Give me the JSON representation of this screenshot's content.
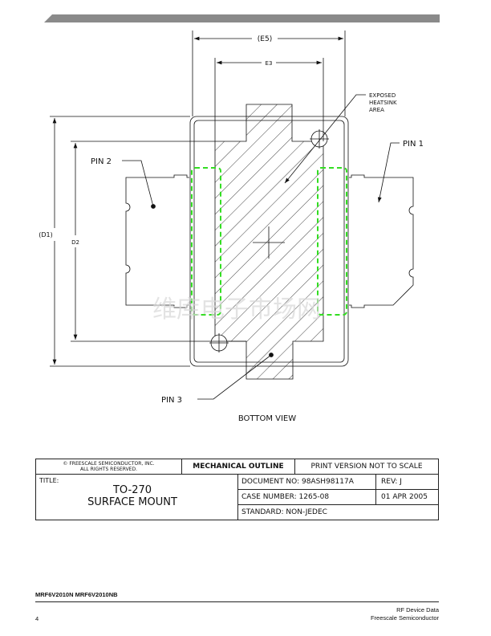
{
  "drawing": {
    "dim_e5": "(E5)",
    "dim_e3": "E3",
    "dim_d1": "(D1)",
    "dim_d2": "D2",
    "exposed_label": [
      "EXPOSED",
      "HEATSINK",
      "AREA"
    ],
    "pin1": "PIN 1",
    "pin2": "PIN 2",
    "pin3": "PIN 3",
    "view_label": "BOTTOM VIEW",
    "watermark": "维库电子市场网",
    "colors": {
      "outline": "#111111",
      "keepout": "#33dd22"
    }
  },
  "title_block": {
    "copyright_line1": "© FREESCALE SEMICONDUCTOR, INC.",
    "copyright_line2": "ALL RIGHTS RESERVED.",
    "mechanical_outline": "MECHANICAL OUTLINE",
    "print_version": "PRINT VERSION NOT TO SCALE",
    "title_label": "TITLE:",
    "title_line1": "TO-270",
    "title_line2": "SURFACE MOUNT",
    "document_no": "DOCUMENT NO: 98ASH98117A",
    "rev": "REV: J",
    "case_number": "CASE NUMBER: 1265-08",
    "date": "01 APR 2005",
    "standard": "STANDARD: NON-JEDEC"
  },
  "footer": {
    "part_numbers": "MRF6V2010N MRF6V2010NB",
    "section": "RF Device Data",
    "page_number": "4",
    "company": "Freescale Semiconductor"
  }
}
